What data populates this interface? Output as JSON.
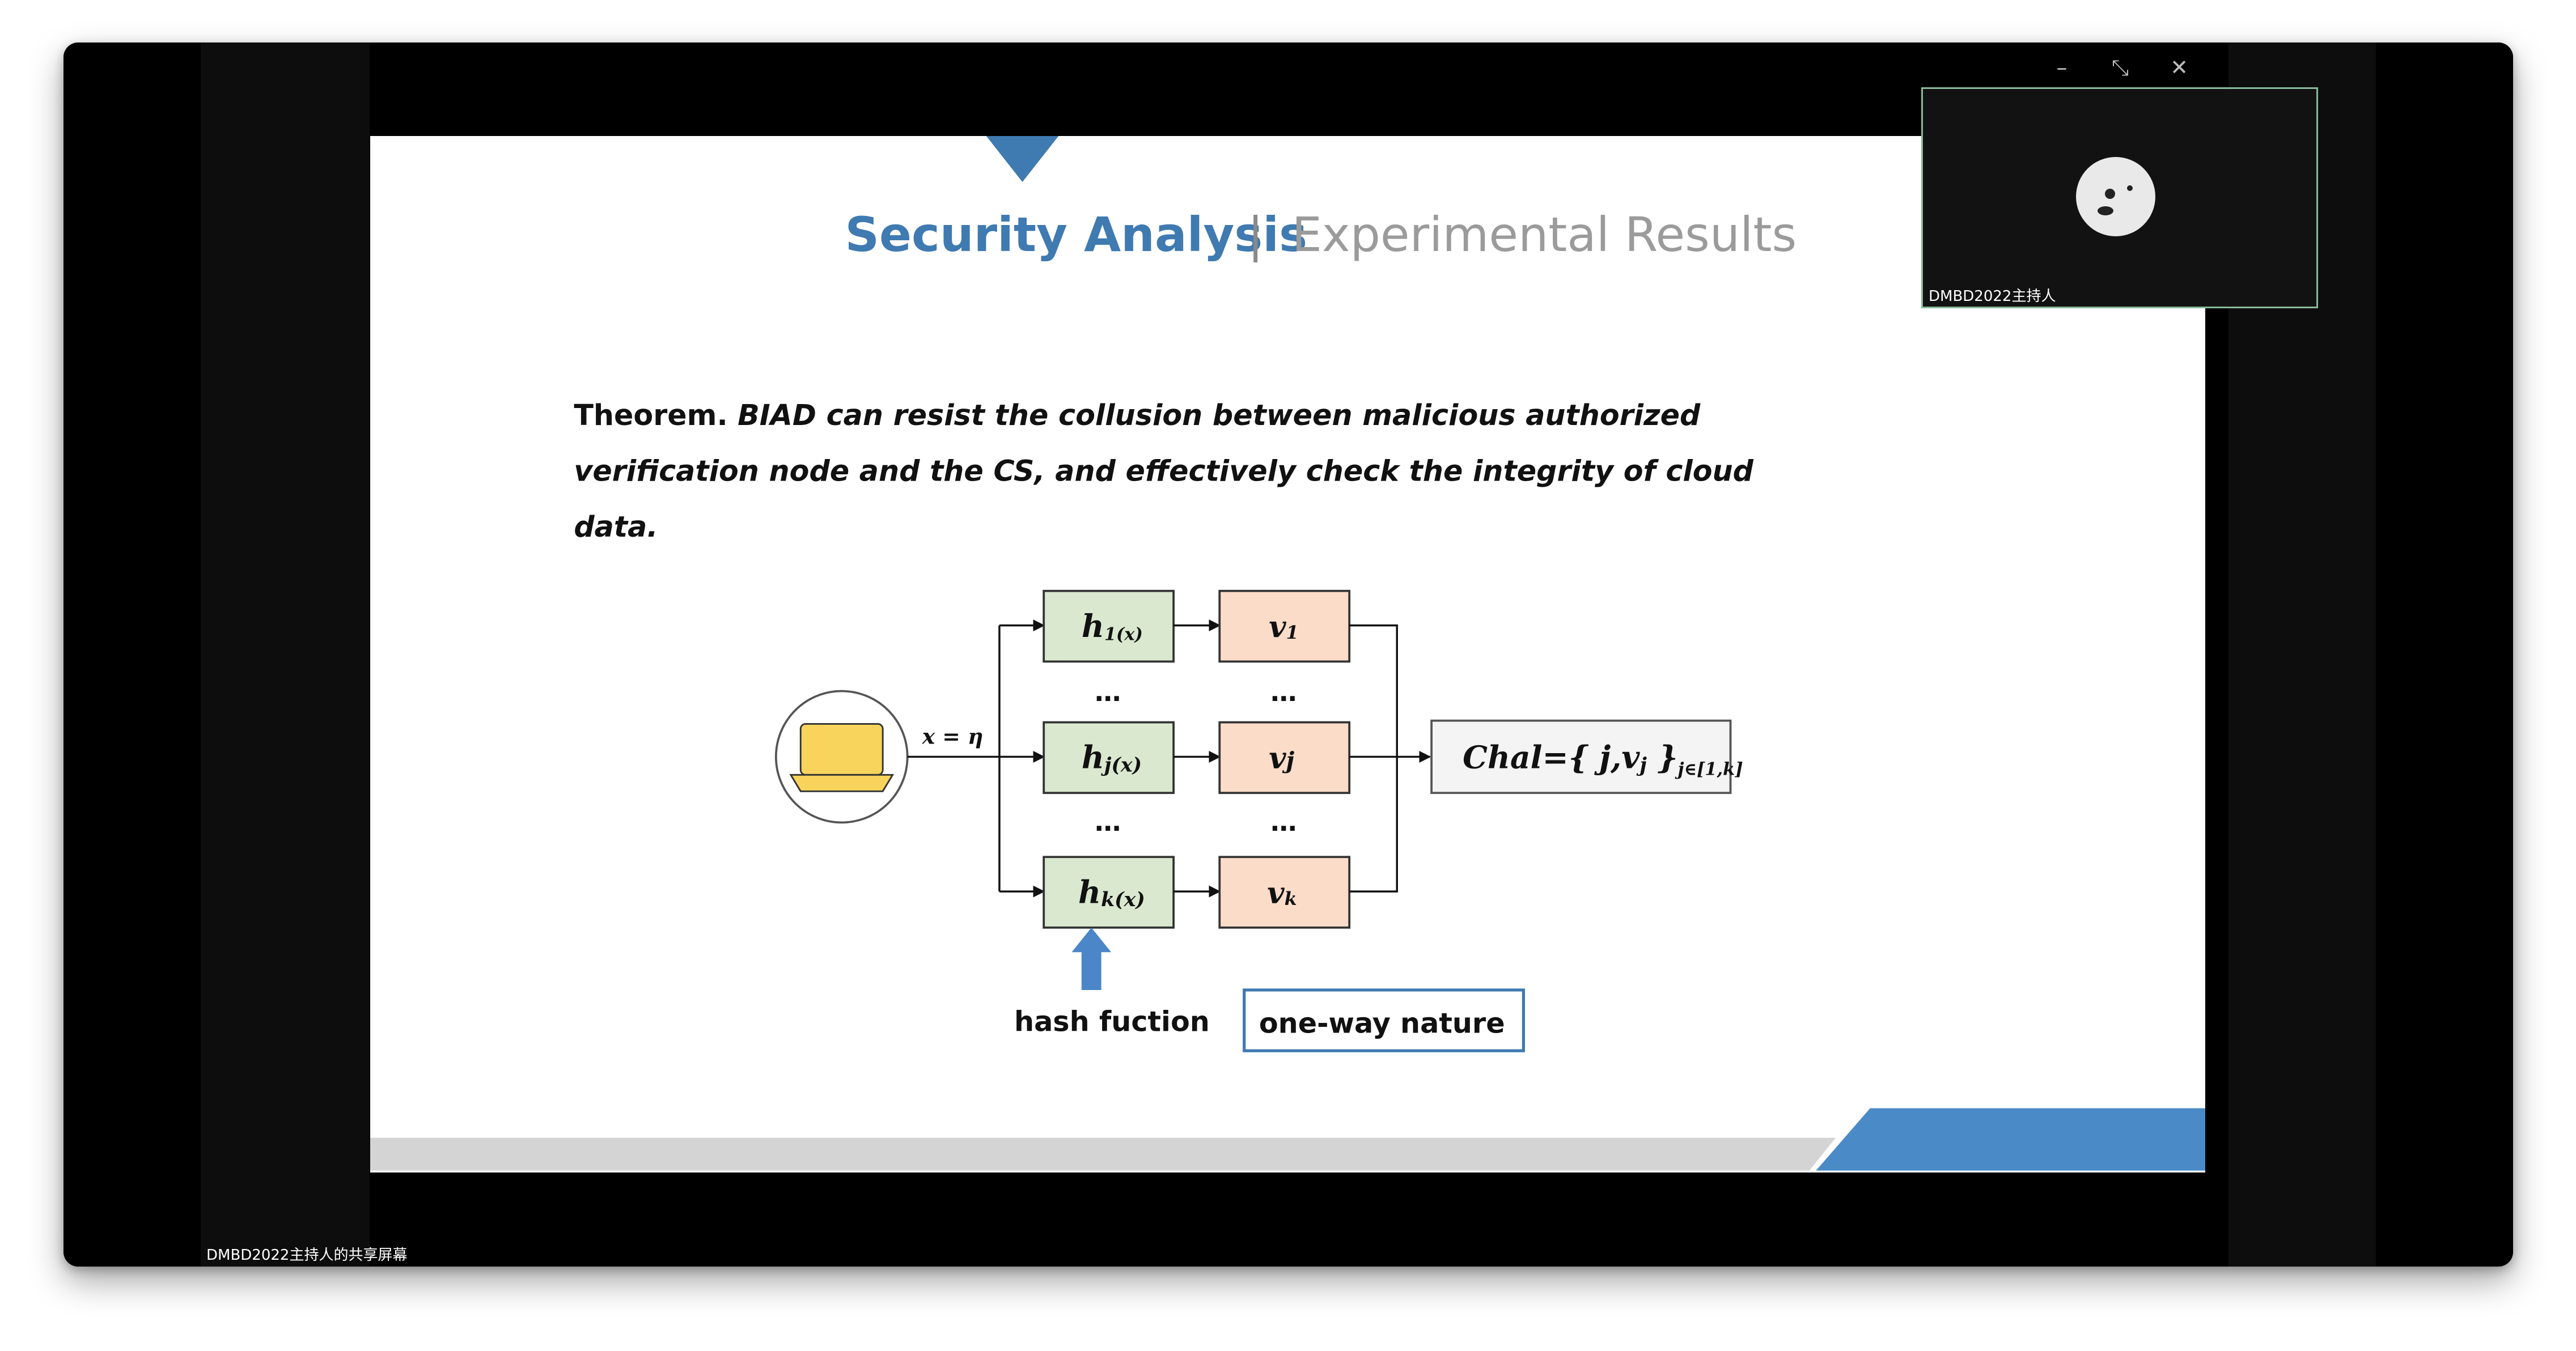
{
  "meeting": {
    "camera_name": "DMBD2022主持人",
    "share_label": "DMBD2022主持人的共享屏幕",
    "window_controls": {
      "minimize": "–",
      "fullscreen": "⤡",
      "close": "✕"
    }
  },
  "slide": {
    "header": {
      "active_tab": "Security Analysis",
      "separator": "|",
      "inactive_tab": "Experimental Results"
    },
    "theorem": {
      "label": "Theorem.",
      "line1": "BIAD can resist the collusion between malicious authorized",
      "line2": "verification node and the CS, and effectively check the integrity of cloud",
      "line3": "data."
    },
    "diagram": {
      "input_label": "x = η",
      "hash_nodes": [
        {
          "base": "h",
          "sub": "1(x)"
        },
        {
          "base": "h",
          "sub": "j(x)"
        },
        {
          "base": "h",
          "sub": "k(x)"
        }
      ],
      "value_nodes": [
        {
          "base": "v",
          "sub": "1"
        },
        {
          "base": "v",
          "sub": "j"
        },
        {
          "base": "v",
          "sub": "k"
        }
      ],
      "ellipsis": "…",
      "output": {
        "text": "Chal={ j,v",
        "sub1": "j",
        "close": " }",
        "sub2": "j∈[1,k]"
      },
      "hash_caption": "hash fuction",
      "property_caption": "one-way nature"
    },
    "colors": {
      "accent": "#3f7ab1",
      "hash_fill": "#d9e8cf",
      "value_fill": "#fbdcc8",
      "laptop": "#f8d45c"
    }
  }
}
